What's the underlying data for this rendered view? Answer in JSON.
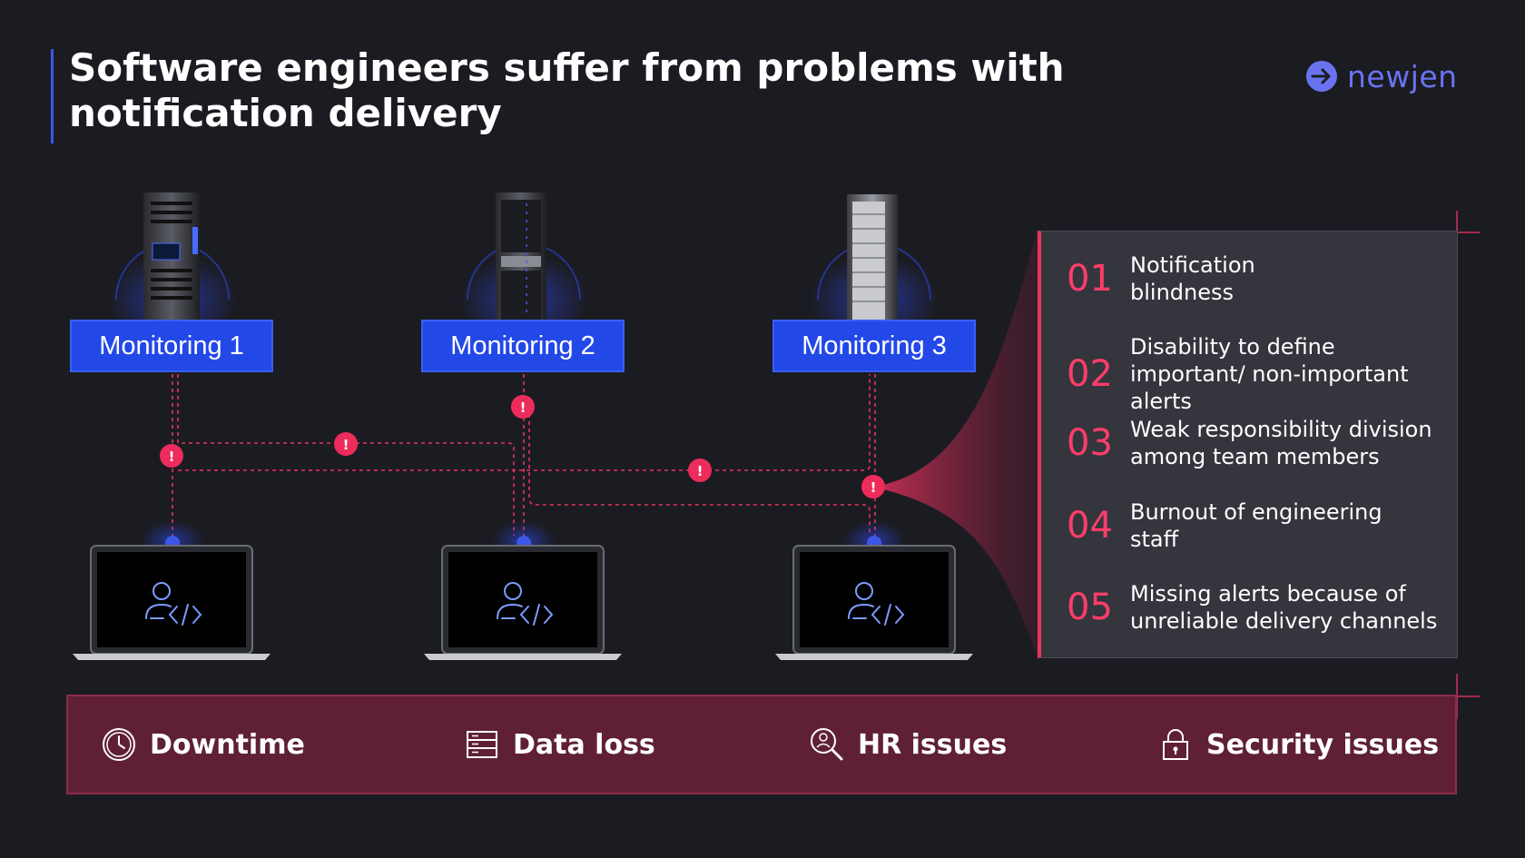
{
  "title": {
    "line1": "Software engineers suffer from problems with",
    "line2": "notification delivery"
  },
  "logo": {
    "text": "newjen",
    "icon": "arrow-right-circle-icon",
    "color": "#6a73ef"
  },
  "monitors": [
    {
      "label": "Monitoring 1",
      "icon": "server-rack-icon"
    },
    {
      "label": "Monitoring 2",
      "icon": "server-rack-icon"
    },
    {
      "label": "Monitoring 3",
      "icon": "server-rack-icon"
    }
  ],
  "laptops": [
    {
      "icon": "developer-user-icon"
    },
    {
      "icon": "developer-user-icon"
    },
    {
      "icon": "developer-user-icon"
    }
  ],
  "alerts": {
    "icon": "exclamation-icon",
    "count": 5,
    "color": "#ee2c5c"
  },
  "issues": [
    {
      "num": "01",
      "text": "Notification blindness"
    },
    {
      "num": "02",
      "text": "Disability to define important/ non-important alerts"
    },
    {
      "num": "03",
      "text": "Weak responsibility division among team members"
    },
    {
      "num": "04",
      "text": "Burnout of engineering staff"
    },
    {
      "num": "05",
      "text": "Missing alerts because of unreliable delivery channels"
    }
  ],
  "impacts": [
    {
      "label": "Downtime",
      "icon": "clock-icon"
    },
    {
      "label": "Data loss",
      "icon": "database-server-icon"
    },
    {
      "label": "HR issues",
      "icon": "person-search-icon"
    },
    {
      "label": "Security issues",
      "icon": "lock-icon"
    }
  ],
  "colors": {
    "accent_blue": "#2348e8",
    "accent_red": "#ff3d6a",
    "background": "#1b1c22"
  }
}
